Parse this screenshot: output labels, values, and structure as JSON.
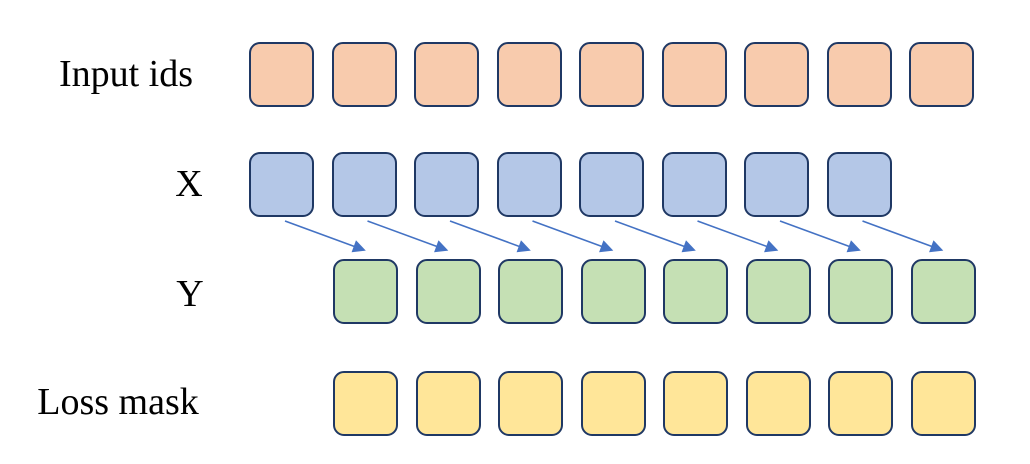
{
  "diagram": {
    "rows": [
      {
        "id": "input_ids",
        "label": "Input ids",
        "count": 9,
        "fill": "#F8CBAD",
        "border": "#1F3864"
      },
      {
        "id": "x",
        "label": "X",
        "count": 8,
        "fill": "#B4C7E7",
        "border": "#1F3864"
      },
      {
        "id": "y",
        "label": "Y",
        "count": 8,
        "fill": "#C5E0B4",
        "border": "#1F3864"
      },
      {
        "id": "loss_mask",
        "label": "Loss mask",
        "count": 8,
        "fill": "#FFE699",
        "border": "#1F3864"
      }
    ],
    "arrows": {
      "count": 8,
      "color": "#4472C4",
      "from_row": "x",
      "to_row": "y",
      "meaning": "each X token predicts the next-position Y token"
    },
    "background": "#FFFFFF",
    "label_color": "#000000"
  }
}
